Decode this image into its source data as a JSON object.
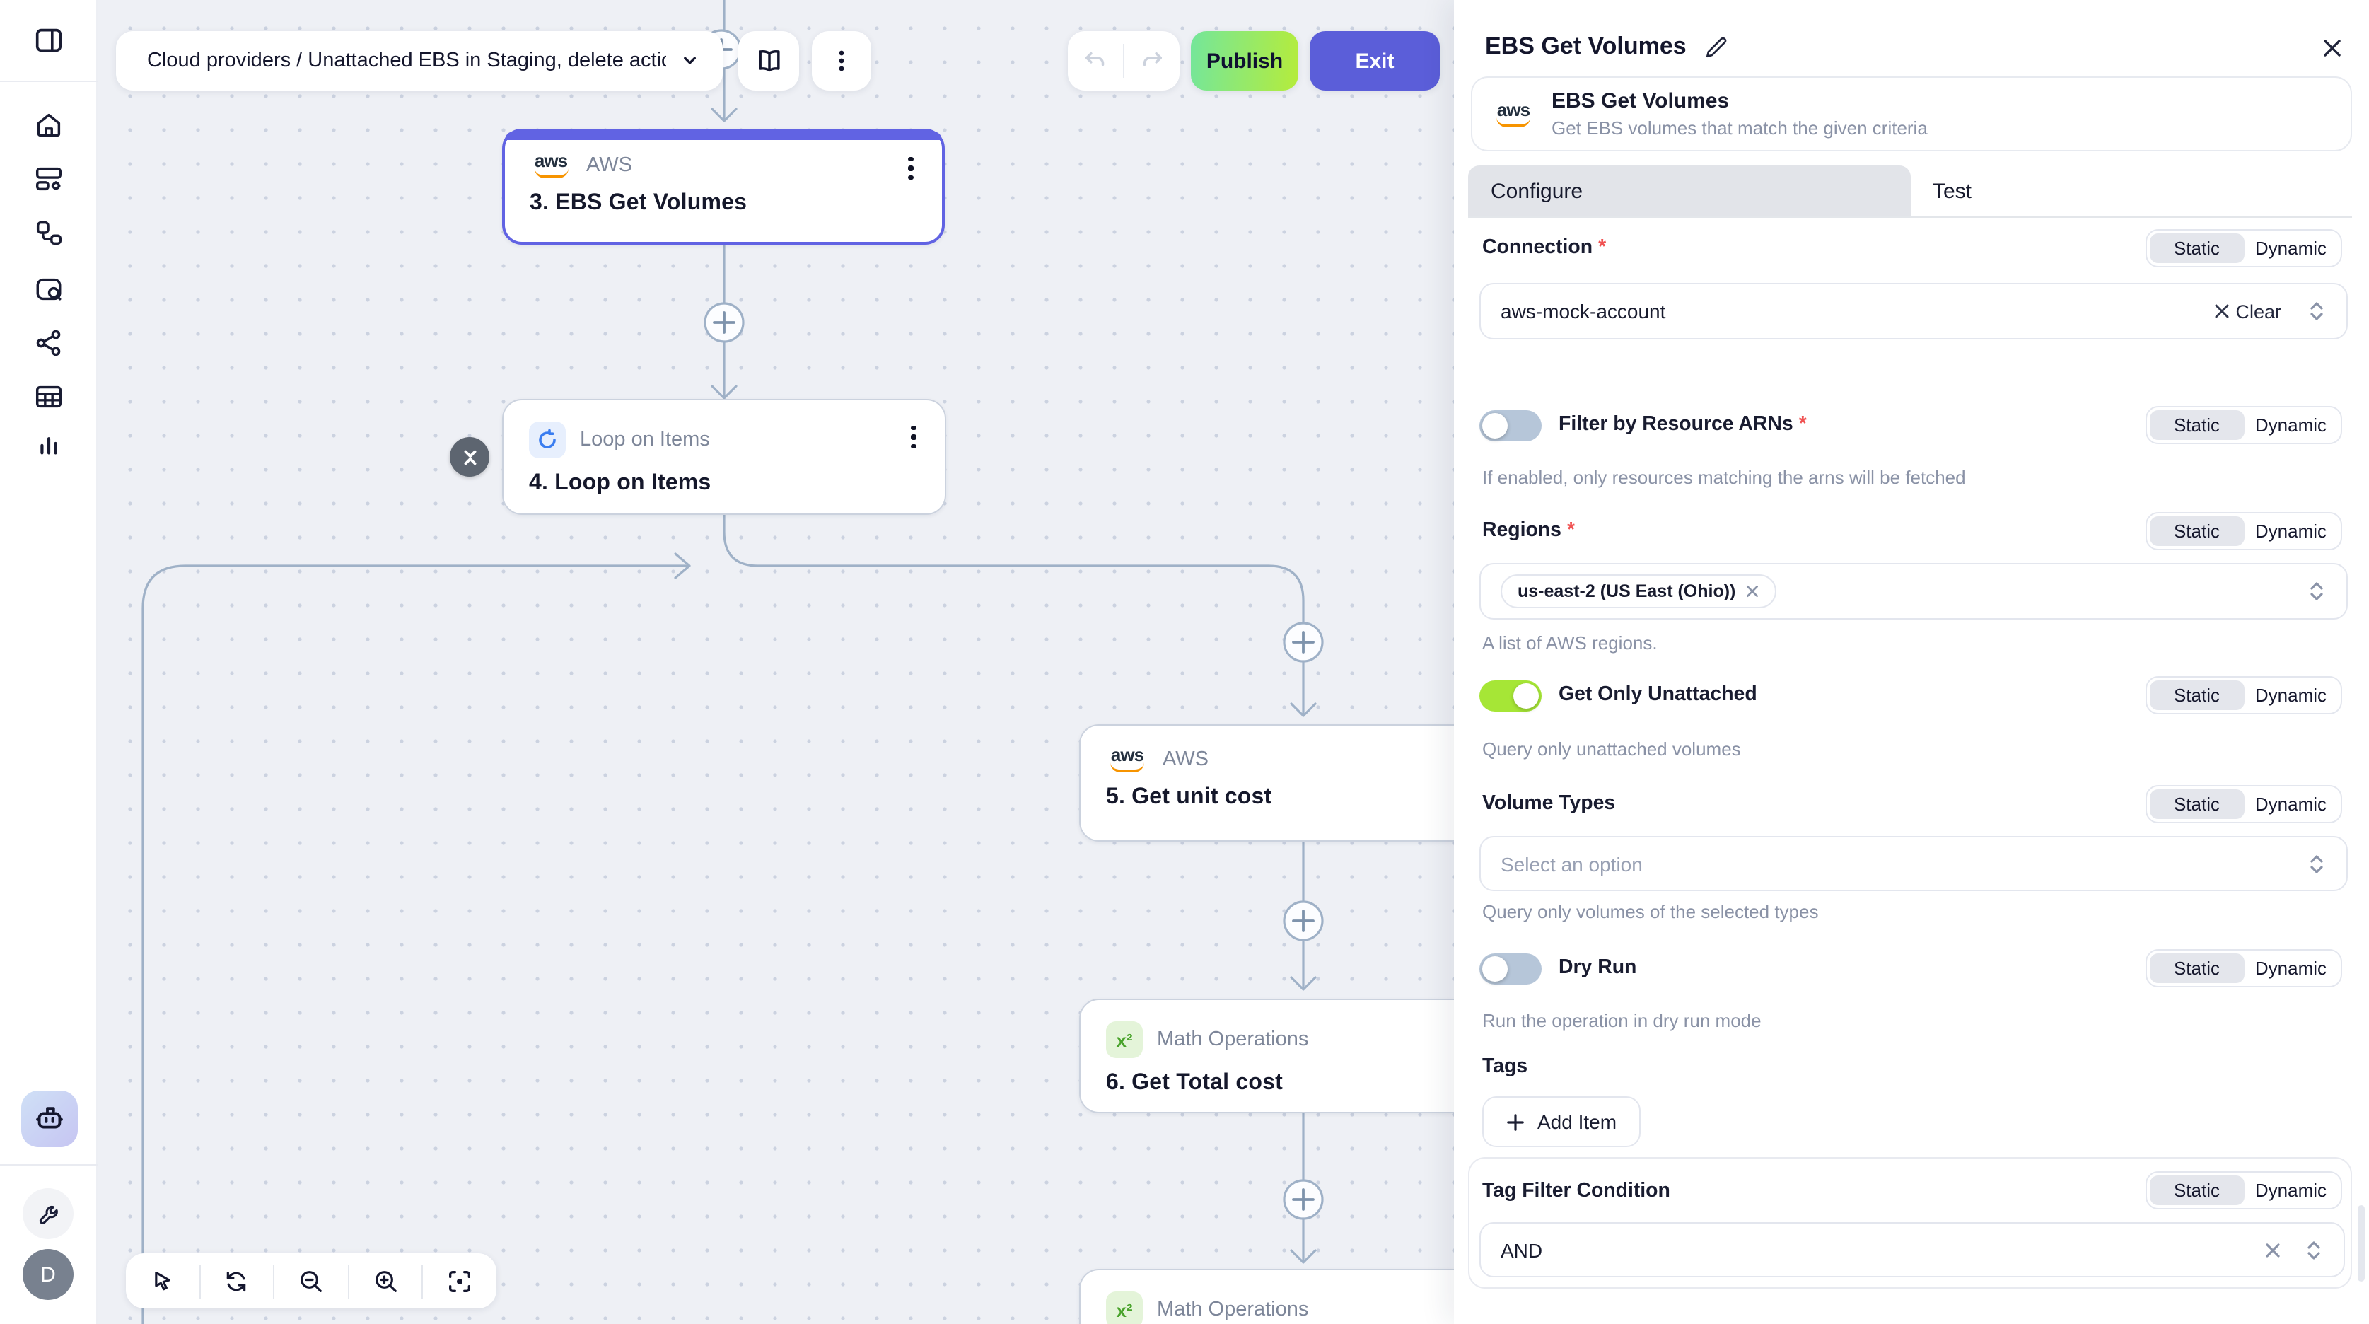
{
  "topbar": {
    "breadcrumb": "Cloud providers / Unattached EBS in Staging, delete action",
    "publish_label": "Publish",
    "exit_label": "Exit"
  },
  "modes": {
    "static": "Static",
    "dynamic": "Dynamic"
  },
  "required_marker": "*",
  "glyphs": {
    "aws_logo_text": "aws",
    "math_icon_glyph": "x²"
  },
  "canvas": {
    "nodes": {
      "ebs_get_volumes": {
        "app": "AWS",
        "title": "3. EBS Get Volumes"
      },
      "loop_on_items": {
        "app": "Loop on Items",
        "title": "4. Loop on Items"
      },
      "get_unit_cost": {
        "app": "AWS",
        "title": "5. Get unit cost"
      },
      "get_total_cost": {
        "app": "Math Operations",
        "title": "6. Get Total cost"
      },
      "math_operations_partial": {
        "app": "Math Operations"
      }
    }
  },
  "panel": {
    "title": "EBS Get Volumes",
    "app_card": {
      "name": "EBS Get Volumes",
      "description": "Get EBS volumes that match the given criteria"
    },
    "tabs": {
      "configure": "Configure",
      "test": "Test"
    },
    "fields": {
      "connection": {
        "label": "Connection",
        "value": "aws-mock-account",
        "clear_label": "Clear"
      },
      "filter_arns": {
        "label": "Filter by Resource ARNs",
        "enabled": false,
        "helper": "If enabled, only resources matching the arns will be fetched"
      },
      "regions": {
        "label": "Regions",
        "selected": "us-east-2 (US East (Ohio))",
        "helper": "A list of AWS regions."
      },
      "get_only_unattached": {
        "label": "Get Only Unattached",
        "enabled": true,
        "helper": "Query only unattached volumes"
      },
      "volume_types": {
        "label": "Volume Types",
        "placeholder": "Select an option",
        "helper": "Query only volumes of the selected types"
      },
      "dry_run": {
        "label": "Dry Run",
        "enabled": false,
        "helper": "Run the operation in dry run mode"
      },
      "tags": {
        "label": "Tags",
        "add_item_label": "Add Item"
      },
      "tag_filter_condition": {
        "label": "Tag Filter Condition",
        "value": "AND"
      }
    }
  },
  "sidebar": {
    "avatar_initial": "D"
  },
  "colors": {
    "selected_node_border": "#6163e3",
    "publish_gradient_start": "#74e69b",
    "publish_gradient_end": "#b5ec3b",
    "exit_button": "#5b5ed9",
    "toggle_on": "#a6e636",
    "toggle_off": "#b6c6d9",
    "edge": "#9fb1c7",
    "aws_orange": "#f79400",
    "loop_icon_blue": "#3a7df0",
    "math_icon_green": "#49a32b"
  }
}
